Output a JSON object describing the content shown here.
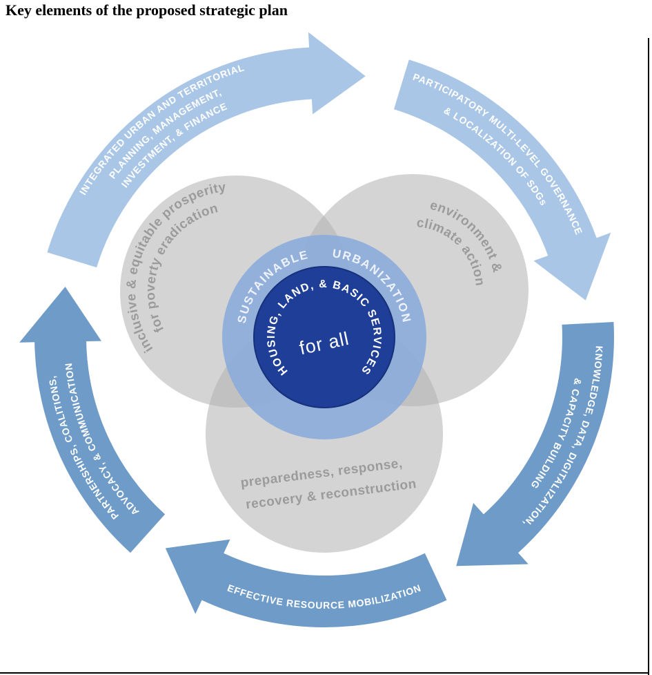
{
  "title": "Key elements of the proposed strategic plan",
  "colors": {
    "arrow_light": "#a9c6e6",
    "arrow_dark": "#6e9bc7",
    "venn_gray": "#b0b0b0",
    "ring_blue": "#8aabdc",
    "core_navy": "#1e3e97",
    "venn_text": "#9b9b9b",
    "arrow_text": "#ffffff"
  },
  "arrows": [
    {
      "id": "planning",
      "lines": [
        "INTEGRATED URBAN AND TERRITORIAL",
        "PLANNING, MANAGEMENT,",
        "INVESTMENT, & FINANCE"
      ]
    },
    {
      "id": "governance",
      "lines": [
        "PARTICIPATORY MULTI-LEVEL GOVERNANCE",
        "& LOCALIZATION OF SDGs"
      ]
    },
    {
      "id": "knowledge",
      "lines": [
        "KNOWLEDGE, DATA, DIGITALIZATION,",
        "& CAPACITY BUILDING"
      ]
    },
    {
      "id": "resources",
      "lines": [
        "EFFECTIVE RESOURCE MOBILIZATION"
      ]
    },
    {
      "id": "partnerships",
      "lines": [
        "PARTNERSHIPS, COALITIONS,",
        "ADVOCACY, & COMMUNICATION"
      ]
    }
  ],
  "venn": [
    {
      "id": "prosperity",
      "lines": [
        "inclusive & equitable prosperity",
        "for poverty eradication"
      ]
    },
    {
      "id": "environment",
      "lines": [
        "environment &",
        "climate action"
      ]
    },
    {
      "id": "resilience",
      "lines": [
        "preparedness, response,",
        "recovery & reconstruction"
      ]
    }
  ],
  "core": {
    "ring_label": "SUSTAINABLE URBANIZATION",
    "center_label": "HOUSING, LAND, & BASIC SERVICES",
    "center_sub": "for all"
  }
}
